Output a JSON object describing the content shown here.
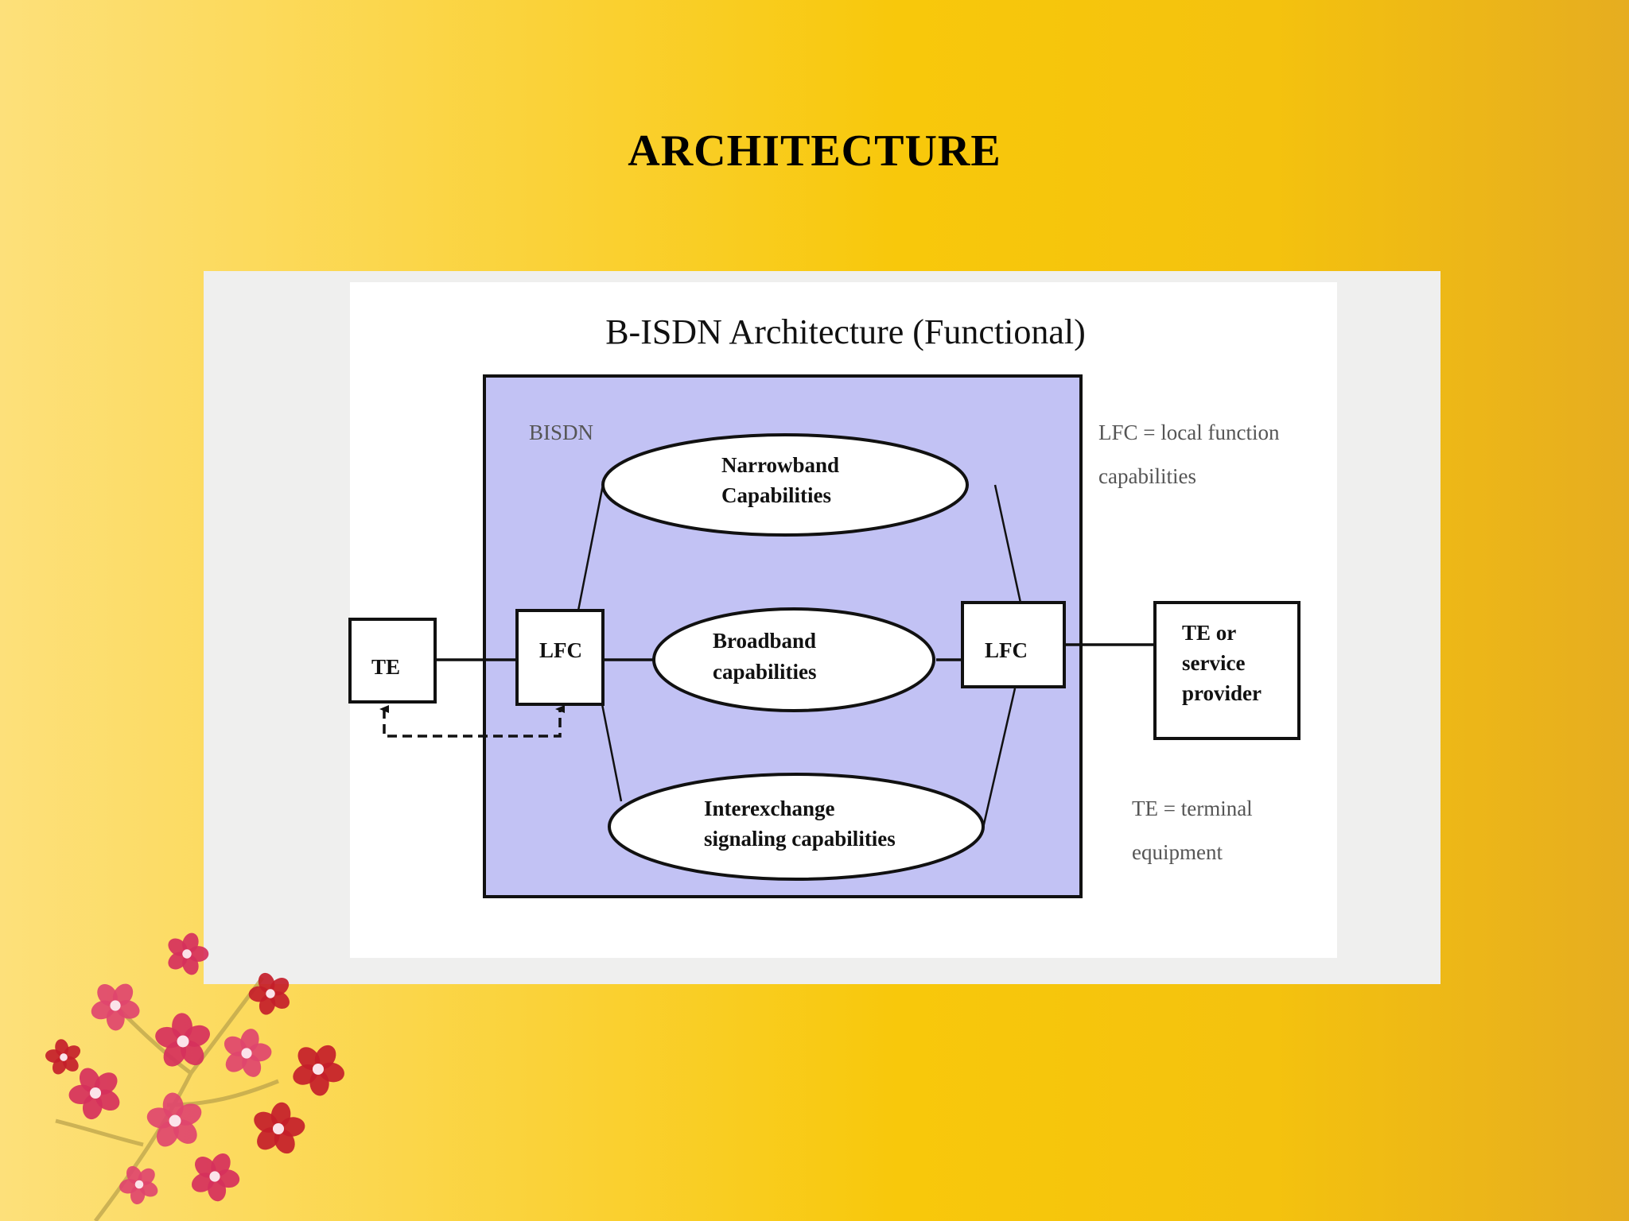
{
  "slide": {
    "title": "ARCHITECTURE"
  },
  "figure": {
    "title": "B-ISDN Architecture (Functional)",
    "network_label": "BISDN",
    "nodes": {
      "te_left": "TE",
      "lfc_left": "LFC",
      "lfc_right": "LFC",
      "te_right_line1": "TE or",
      "te_right_line2": "service",
      "te_right_line3": "provider"
    },
    "capabilities": {
      "narrowband_line1": "Narrowband",
      "narrowband_line2": "Capabilities",
      "broadband_line1": "Broadband",
      "broadband_line2": "capabilities",
      "interexchange_line1": "Interexchange",
      "interexchange_line2": "signaling capabilities"
    },
    "legend": {
      "lfc_line1": "LFC = local function",
      "lfc_line2": "capabilities",
      "te_line1": "TE = terminal",
      "te_line2": "equipment"
    }
  },
  "colors": {
    "network_fill": "#c2c2f4",
    "background_gradient": [
      "#fde07a",
      "#f8c80b",
      "#e6ad20"
    ],
    "flower_petals": [
      "#d6305c",
      "#e0456e",
      "#c41e2a"
    ]
  },
  "decoration": {
    "icon": "flower-branch-icon"
  }
}
